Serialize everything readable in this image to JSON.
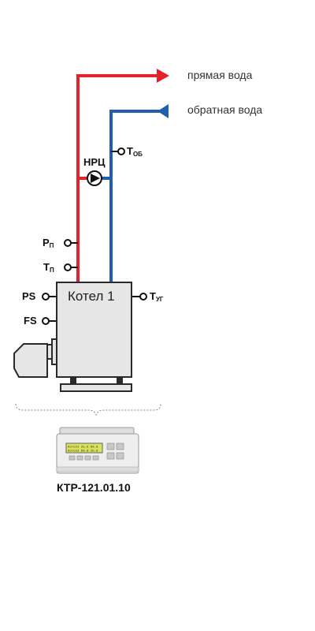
{
  "labels": {
    "supply_water": "прямая вода",
    "return_water": "обратная вода",
    "pump": "НРЦ",
    "boiler": "Котел 1",
    "device": "КТР-121.01.10"
  },
  "sensors": {
    "t_ob": {
      "main": "Т",
      "sub": "ОБ"
    },
    "p_p": {
      "main": "Р",
      "sub": "П"
    },
    "t_p": {
      "main": "Т",
      "sub": "П"
    },
    "t_yg": {
      "main": "Т",
      "sub": "УГ"
    },
    "ps": {
      "main": "PS",
      "sub": ""
    },
    "fs": {
      "main": "FS",
      "sub": ""
    }
  },
  "device_display": {
    "line1": "Котел1 25.8 60.8",
    "line2": "Котел2 60.8 25.8"
  },
  "colors": {
    "supply": "#e3232b",
    "return": "#1f5fae",
    "boiler_fill": "#e6e6e6",
    "outline": "#2a2a2a",
    "display": "#d8e35a"
  }
}
